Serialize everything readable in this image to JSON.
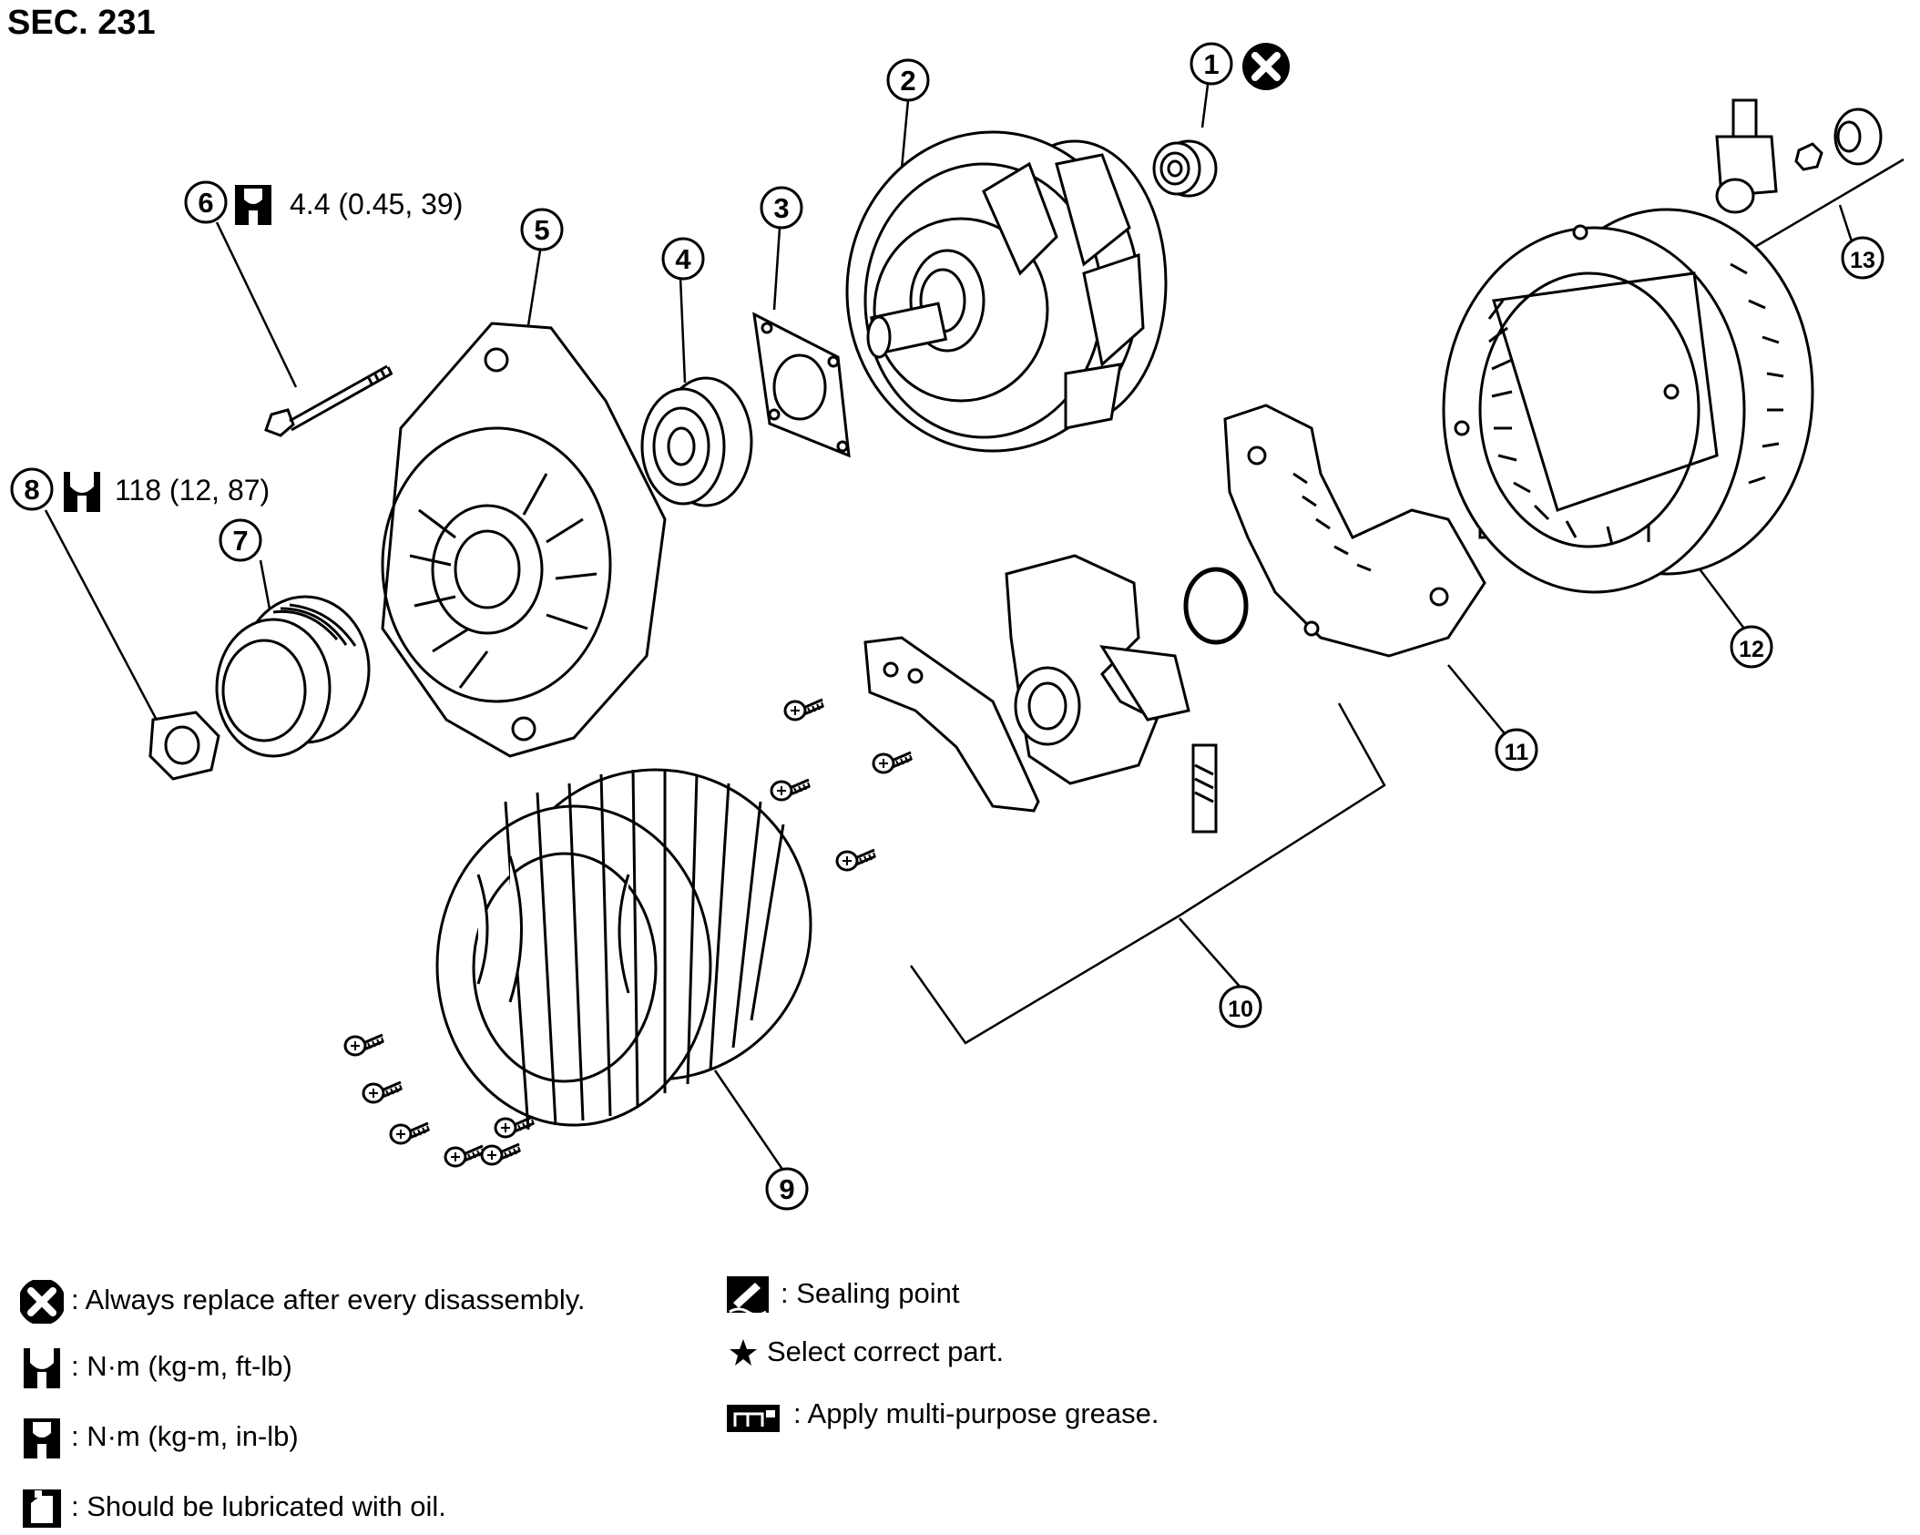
{
  "section_title": "SEC. 231",
  "callouts": [
    "1",
    "2",
    "3",
    "4",
    "5",
    "6",
    "7",
    "8",
    "9",
    "10",
    "11",
    "12",
    "13"
  ],
  "torque_specs": {
    "bolt_6": "4.4 (0.45, 39)",
    "nut_8": "118 (12, 87)"
  },
  "legend": {
    "replace": ": Always replace after every disassembly.",
    "torque_ftlb": ": N·m (kg-m, ft-lb)",
    "torque_inlb": ": N·m (kg-m, in-lb)",
    "oil": ": Should be lubricated with oil.",
    "sealing": ": Sealing point",
    "select_part": "Select correct part.",
    "grease": ": Apply multi-purpose grease."
  },
  "icons": [
    "replace-icon",
    "torque-wrench-ftlb-icon",
    "torque-wrench-inlb-icon",
    "oil-can-icon",
    "sealing-point-icon",
    "star-icon",
    "grease-icon"
  ]
}
